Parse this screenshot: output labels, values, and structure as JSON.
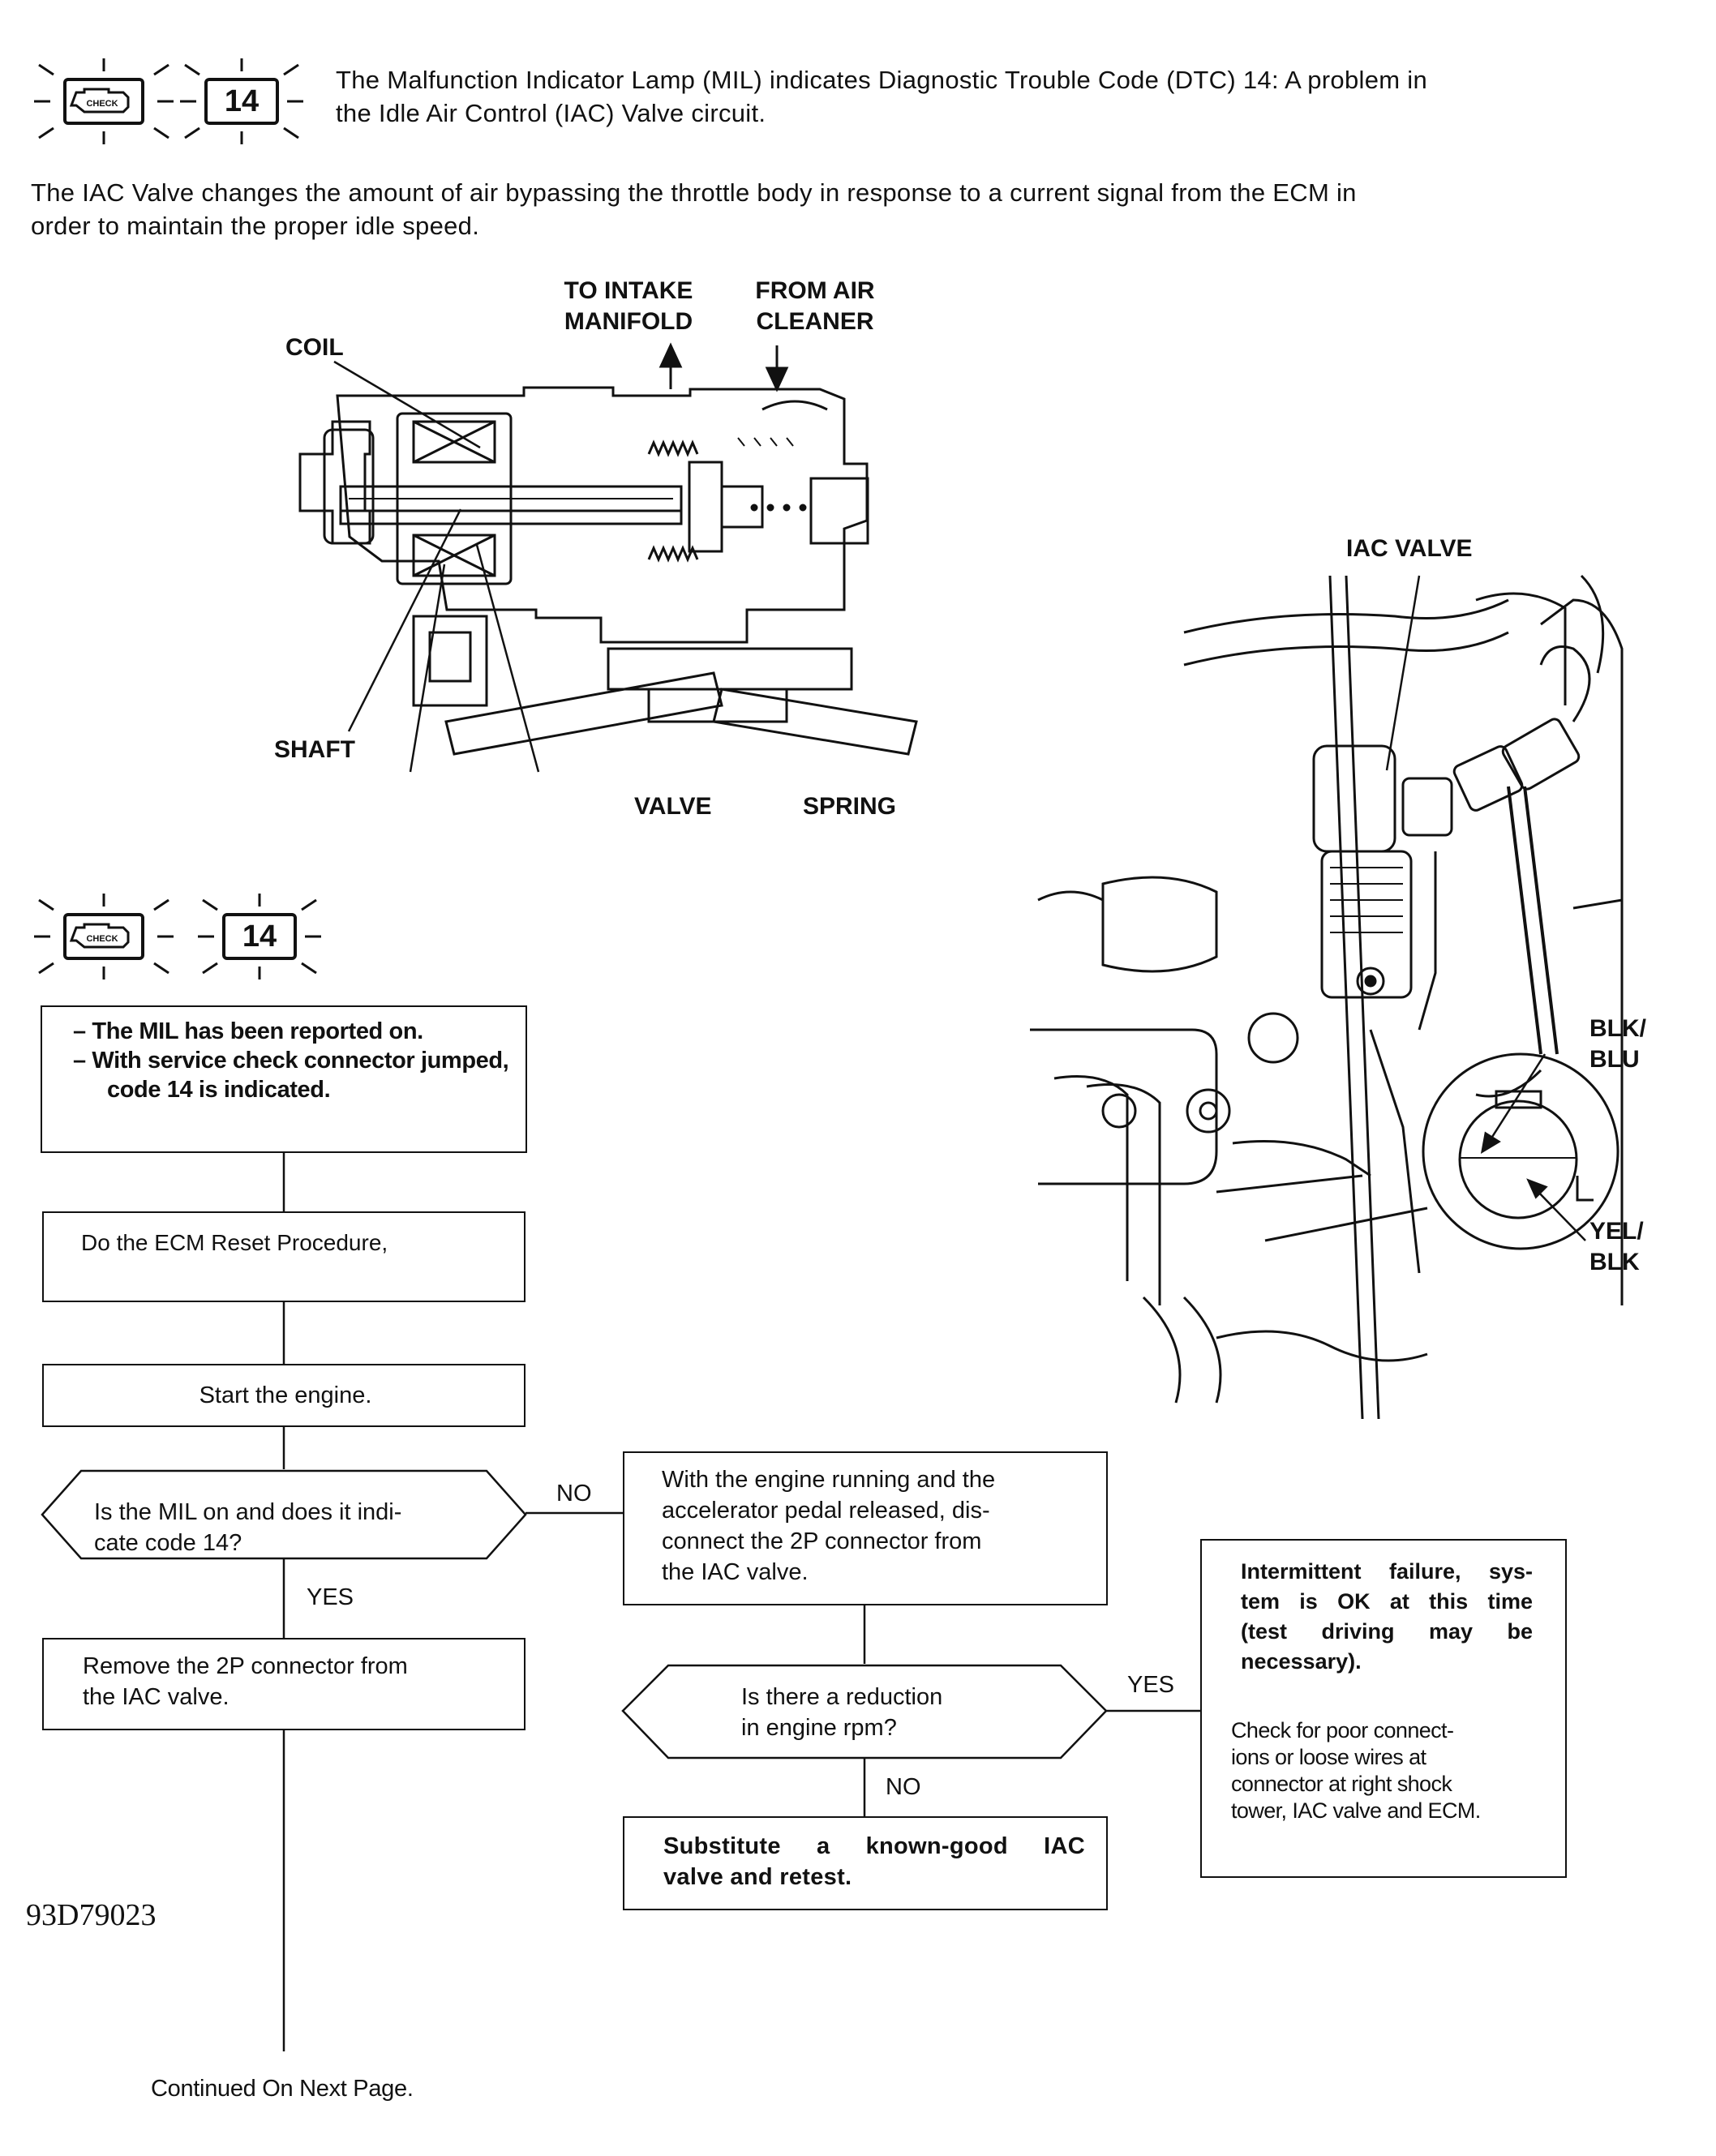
{
  "header": {
    "mil_icon_label": "CHECK",
    "dtc_code": "14",
    "intro_line1": "The Malfunction Indicator Lamp (MIL) indicates Diagnostic Trouble Code (DTC) 14: A problem in",
    "intro_line2": "the Idle Air Control (IAC) Valve circuit.",
    "description_line1": "The IAC Valve changes the amount of air bypassing the throttle body in response to a current signal from the ECM in",
    "description_line2": "order to maintain the proper idle speed."
  },
  "valve_diagram": {
    "to_intake_1": "TO INTAKE",
    "to_intake_2": "MANIFOLD",
    "from_air_1": "FROM AIR",
    "from_air_2": "CLEANER",
    "coil": "COIL",
    "shaft": "SHAFT",
    "valve": "VALVE",
    "spring": "SPRING"
  },
  "engine_diagram": {
    "iac_valve": "IAC VALVE",
    "blk_blu_1": "BLK/",
    "blk_blu_2": "BLU",
    "yel_blk_1": "YEL/",
    "yel_blk_2": "BLK"
  },
  "flowchart": {
    "mil_icon_label": "CHECK",
    "dtc_code": "14",
    "start_line1": "– The MIL has been reported on.",
    "start_line2": "– With service check connector jumped, code 14 is indicated.",
    "step_reset": "Do the ECM Reset Procedure,",
    "step_start": "Start the engine.",
    "q1_line1": "Is the MIL on and does it indi-",
    "q1_line2": "cate code 14?",
    "no_label_1": "NO",
    "yes_label_1": "YES",
    "step_remove_line1": "Remove the 2P connector from",
    "step_remove_line2": "the IAC valve.",
    "step_disconnect_line1": "With the engine running and the",
    "step_disconnect_line2": "accelerator pedal released, dis-",
    "step_disconnect_line3": "connect the 2P connector from",
    "step_disconnect_line4": "the IAC valve.",
    "q2_line1": "Is there a reduction",
    "q2_line2": "in engine rpm?",
    "yes_label_2": "YES",
    "no_label_2": "NO",
    "step_substitute_line1": "Substitute a known-good IAC",
    "step_substitute_line2": "valve and retest.",
    "intermittent_line1": "Intermittent failure, sys-",
    "intermittent_line2": "tem is OK at this time",
    "intermittent_line3": "(test driving may be",
    "intermittent_line4": "necessary).",
    "check_line1": "Check for poor connect-",
    "check_line2": "ions or loose wires at",
    "check_line3": "connector at right shock",
    "check_line4": "tower, IAC valve and ECM.",
    "continued": "Continued On Next Page."
  },
  "doc_id": "93D79023"
}
